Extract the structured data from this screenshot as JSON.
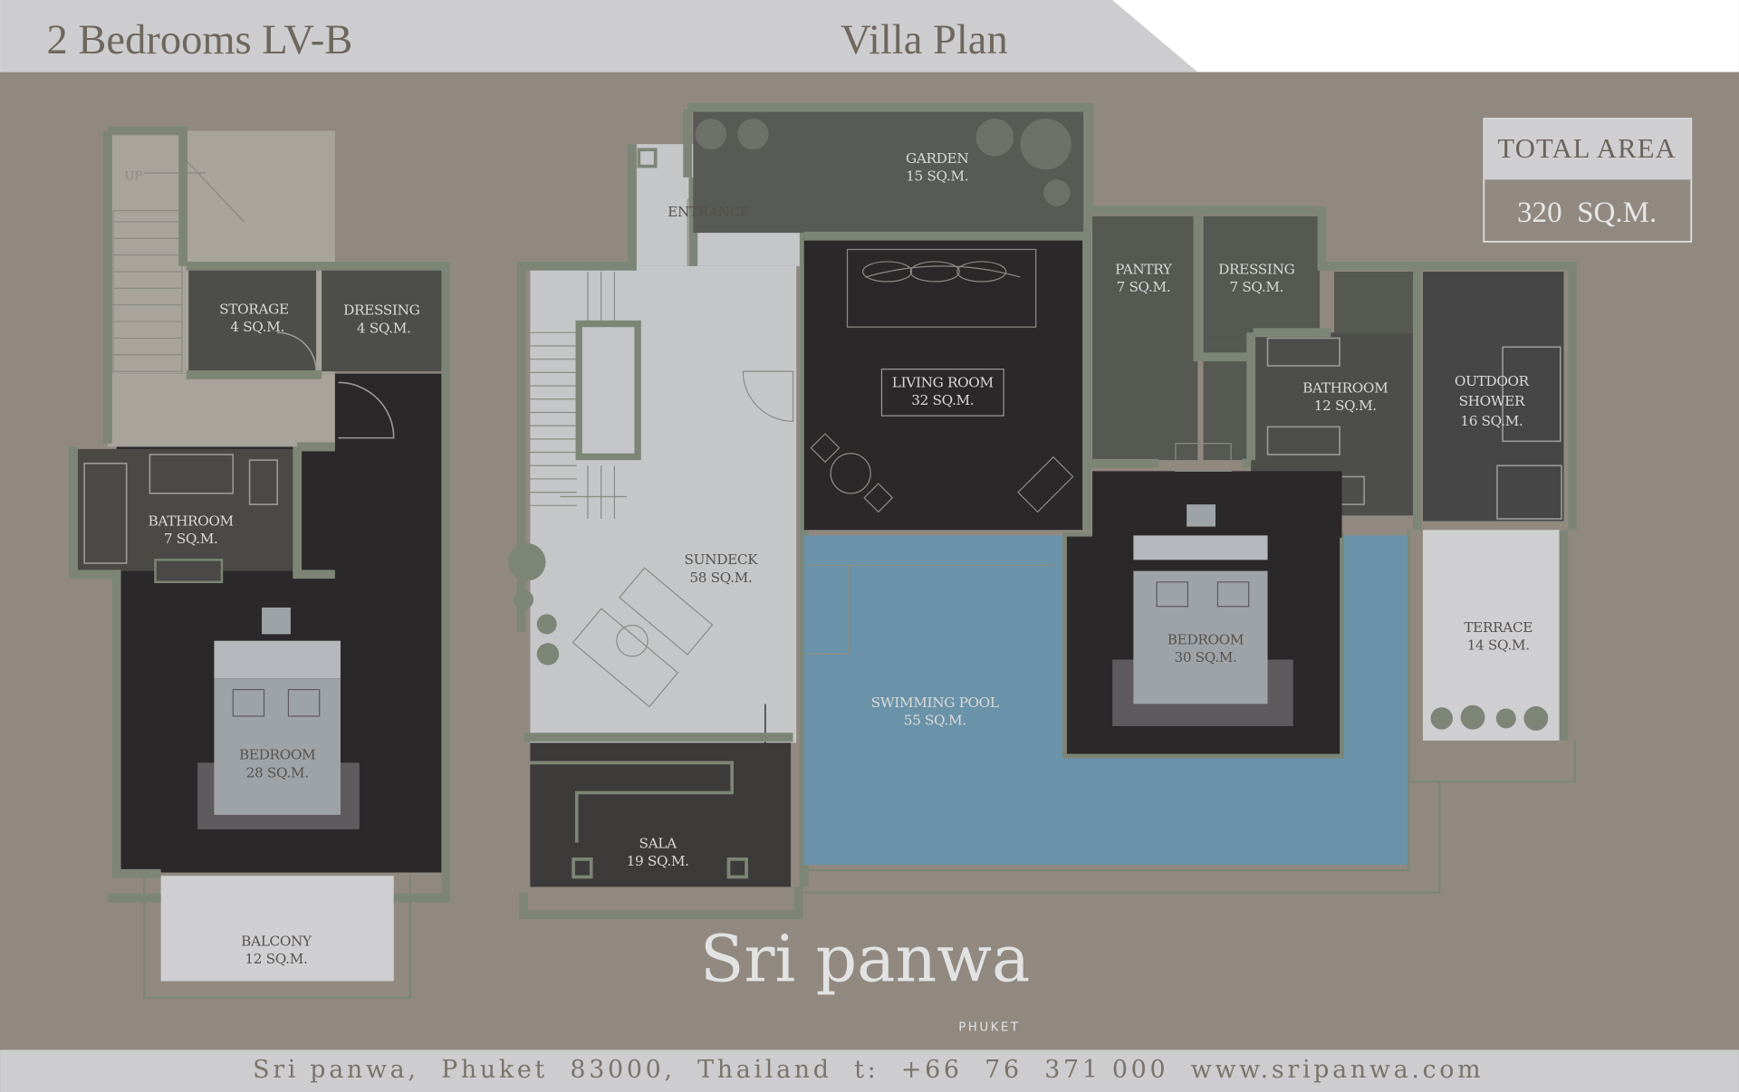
{
  "header": {
    "title": "2 Bedrooms LV-B",
    "subtitle": "Villa Plan"
  },
  "total_area": {
    "label": "TOTAL AREA",
    "value": "320  SQ.M."
  },
  "stair_label": "UP",
  "rooms": [
    {
      "name": "STORAGE",
      "area": "4 SQ.M."
    },
    {
      "name": "DRESSING",
      "area": "4 SQ.M."
    },
    {
      "name": "BATHROOM",
      "area": "7 SQ.M."
    },
    {
      "name": "BEDROOM",
      "area": "28 SQ.M."
    },
    {
      "name": "BALCONY",
      "area": "12 SQ.M."
    },
    {
      "name": "ENTRANCE",
      "area": ""
    },
    {
      "name": "GARDEN",
      "area": "15 SQ.M."
    },
    {
      "name": "LIVING ROOM",
      "area": "32 SQ.M."
    },
    {
      "name": "PANTRY",
      "area": "7 SQ.M."
    },
    {
      "name": "DRESSING",
      "area": "7 SQ.M."
    },
    {
      "name": "BATHROOM",
      "area": "12 SQ.M."
    },
    {
      "name": "OUTDOOR",
      "name2": "SHOWER",
      "area": "16 SQ.M."
    },
    {
      "name": "SUNDECK",
      "area": "58 SQ.M."
    },
    {
      "name": "BEDROOM",
      "area": "30 SQ.M."
    },
    {
      "name": "SWIMMING POOL",
      "area": "55 SQ.M."
    },
    {
      "name": "TERRACE",
      "area": "14 SQ.M."
    },
    {
      "name": "SALA",
      "area": "19 SQ.M."
    }
  ],
  "logo": {
    "name": "Sri panwa",
    "sub": "PHUKET"
  },
  "footer": {
    "text": "Sri panwa,  Phuket  83000,  Thailand  t:  +66  76  371 000  www.sripanwa.com"
  },
  "colors": {
    "background": "#918980",
    "header": "#cdcdcf",
    "wall": "#7d8676",
    "pool": "#6a92a8",
    "dark_room": "#2a2829"
  }
}
